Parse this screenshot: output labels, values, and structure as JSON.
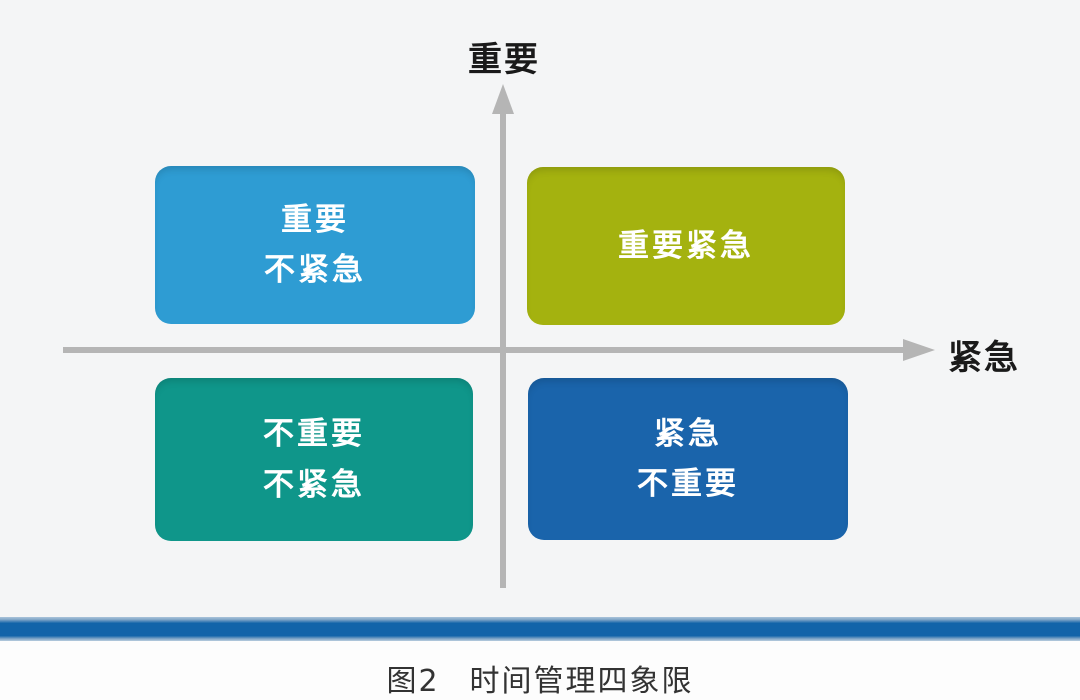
{
  "figure": {
    "caption_prefix": "图2",
    "caption_title": "时间管理四象限"
  },
  "axes": {
    "vertical_label": "重要",
    "horizontal_label": "紧急",
    "line_color": "#b5b5b5"
  },
  "quadrants": [
    {
      "position": "top-left",
      "lines": [
        "重要",
        "不紧急"
      ],
      "color": "#2e9cd3",
      "side_color": "#1a7aab"
    },
    {
      "position": "top-right",
      "lines": [
        "重要紧急"
      ],
      "color": "#a4b20f",
      "side_color": "#87950c"
    },
    {
      "position": "bottom-left",
      "lines": [
        "不重要",
        "不紧急"
      ],
      "color": "#0f968a",
      "side_color": "#0a6e64"
    },
    {
      "position": "bottom-right",
      "lines": [
        "紧急",
        "不重要"
      ],
      "color": "#1a64ab",
      "side_color": "#114b80"
    }
  ],
  "footer_bar": {
    "color": "#1264a9"
  },
  "colors": {
    "background": "#f4f5f6",
    "box_text": "#ffffff",
    "axis_label_text": "#1a1a1a",
    "caption_text": "#333333"
  }
}
